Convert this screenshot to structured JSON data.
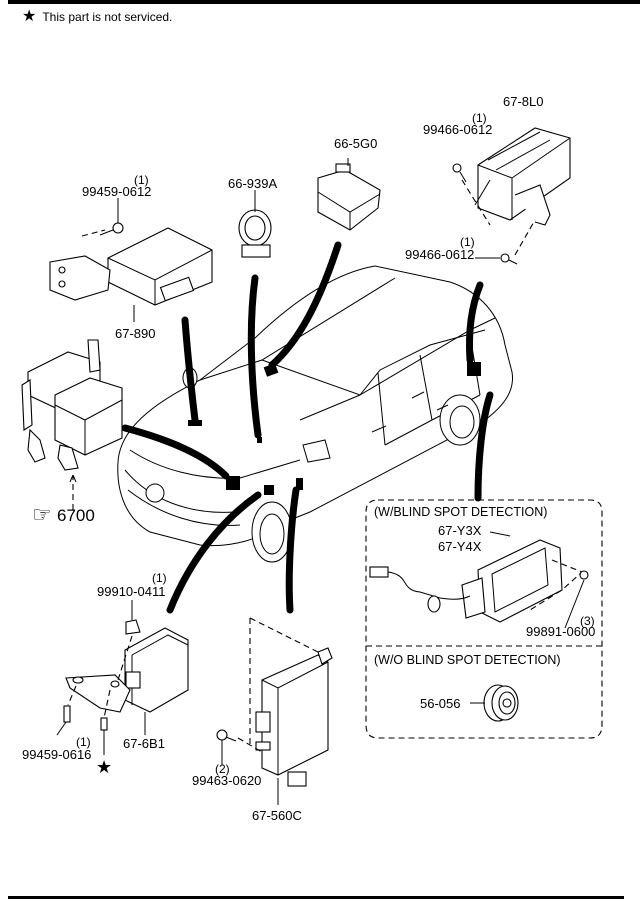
{
  "header": {
    "note_icon": "star-icon",
    "note_text": "This part is not serviced."
  },
  "parts": [
    {
      "id": "p-67-8l0",
      "number": "67-8L0",
      "qty": ""
    },
    {
      "id": "p-99466-0612-a",
      "number": "99466-0612",
      "qty": "(1)"
    },
    {
      "id": "p-99466-0612-b",
      "number": "99466-0612",
      "qty": "(1)"
    },
    {
      "id": "p-66-5g0",
      "number": "66-5G0",
      "qty": ""
    },
    {
      "id": "p-66-939a",
      "number": "66-939A",
      "qty": ""
    },
    {
      "id": "p-99459-0612",
      "number": "99459-0612",
      "qty": "(1)"
    },
    {
      "id": "p-67-890",
      "number": "67-890",
      "qty": ""
    },
    {
      "id": "p-6700",
      "number": "6700",
      "qty": "",
      "icon": "pointing-hand-icon"
    },
    {
      "id": "p-99910-0411",
      "number": "99910-0411",
      "qty": "(1)"
    },
    {
      "id": "p-67-6b1",
      "number": "67-6B1",
      "qty": ""
    },
    {
      "id": "p-99459-0616",
      "number": "99459-0616",
      "qty": "(1)"
    },
    {
      "id": "p-99463-0620",
      "number": "99463-0620",
      "qty": "(2)"
    },
    {
      "id": "p-67-560c",
      "number": "67-560C",
      "qty": ""
    }
  ],
  "blind_spot_box": {
    "with_title": "(W/BLIND SPOT DETECTION)",
    "with_parts": [
      {
        "number": "67-Y3X"
      },
      {
        "number": "67-Y4X"
      },
      {
        "number": "99891-0600",
        "qty": "(3)"
      }
    ],
    "without_title": "(W/O BLIND SPOT DETECTION)",
    "without_parts": [
      {
        "number": "56-056"
      }
    ]
  },
  "markers": {
    "not_serviced_symbol": "★",
    "reference_symbol": "☞"
  }
}
